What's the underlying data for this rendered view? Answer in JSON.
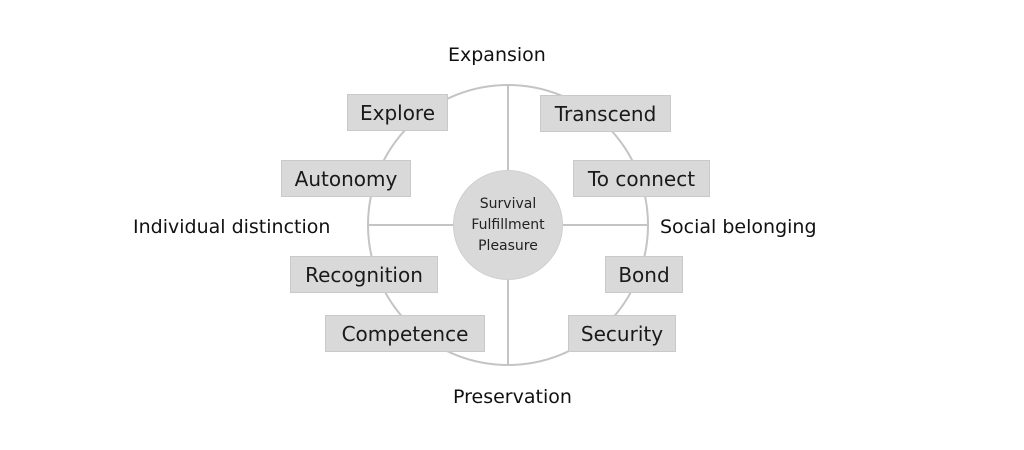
{
  "axes": {
    "top": "Expansion",
    "bottom": "Preservation",
    "left": "Individual distinction",
    "right": "Social belonging"
  },
  "center": {
    "lines": [
      "Survival",
      "Fulfillment",
      "Pleasure"
    ]
  },
  "needs": {
    "explore": "Explore",
    "transcend": "Transcend",
    "autonomy": "Autonomy",
    "to_connect": "To connect",
    "recognition": "Recognition",
    "bond": "Bond",
    "competence": "Competence",
    "security": "Security"
  },
  "colors": {
    "box_fill": "#d9d9d9",
    "line": "#c0c0c0",
    "text": "#111111"
  }
}
